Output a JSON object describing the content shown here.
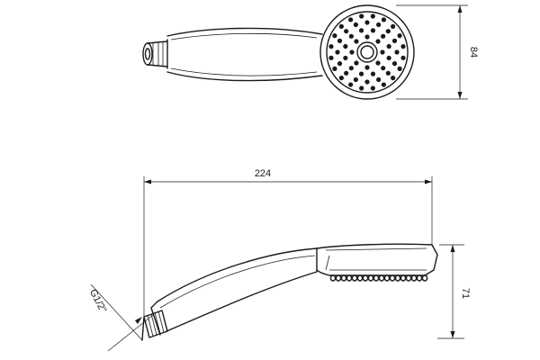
{
  "dimensions": {
    "diameter": "84",
    "length": "224",
    "height": "71",
    "thread": "G1/2\""
  },
  "colors": {
    "stroke": "#1a1a1a",
    "background": "#ffffff"
  }
}
